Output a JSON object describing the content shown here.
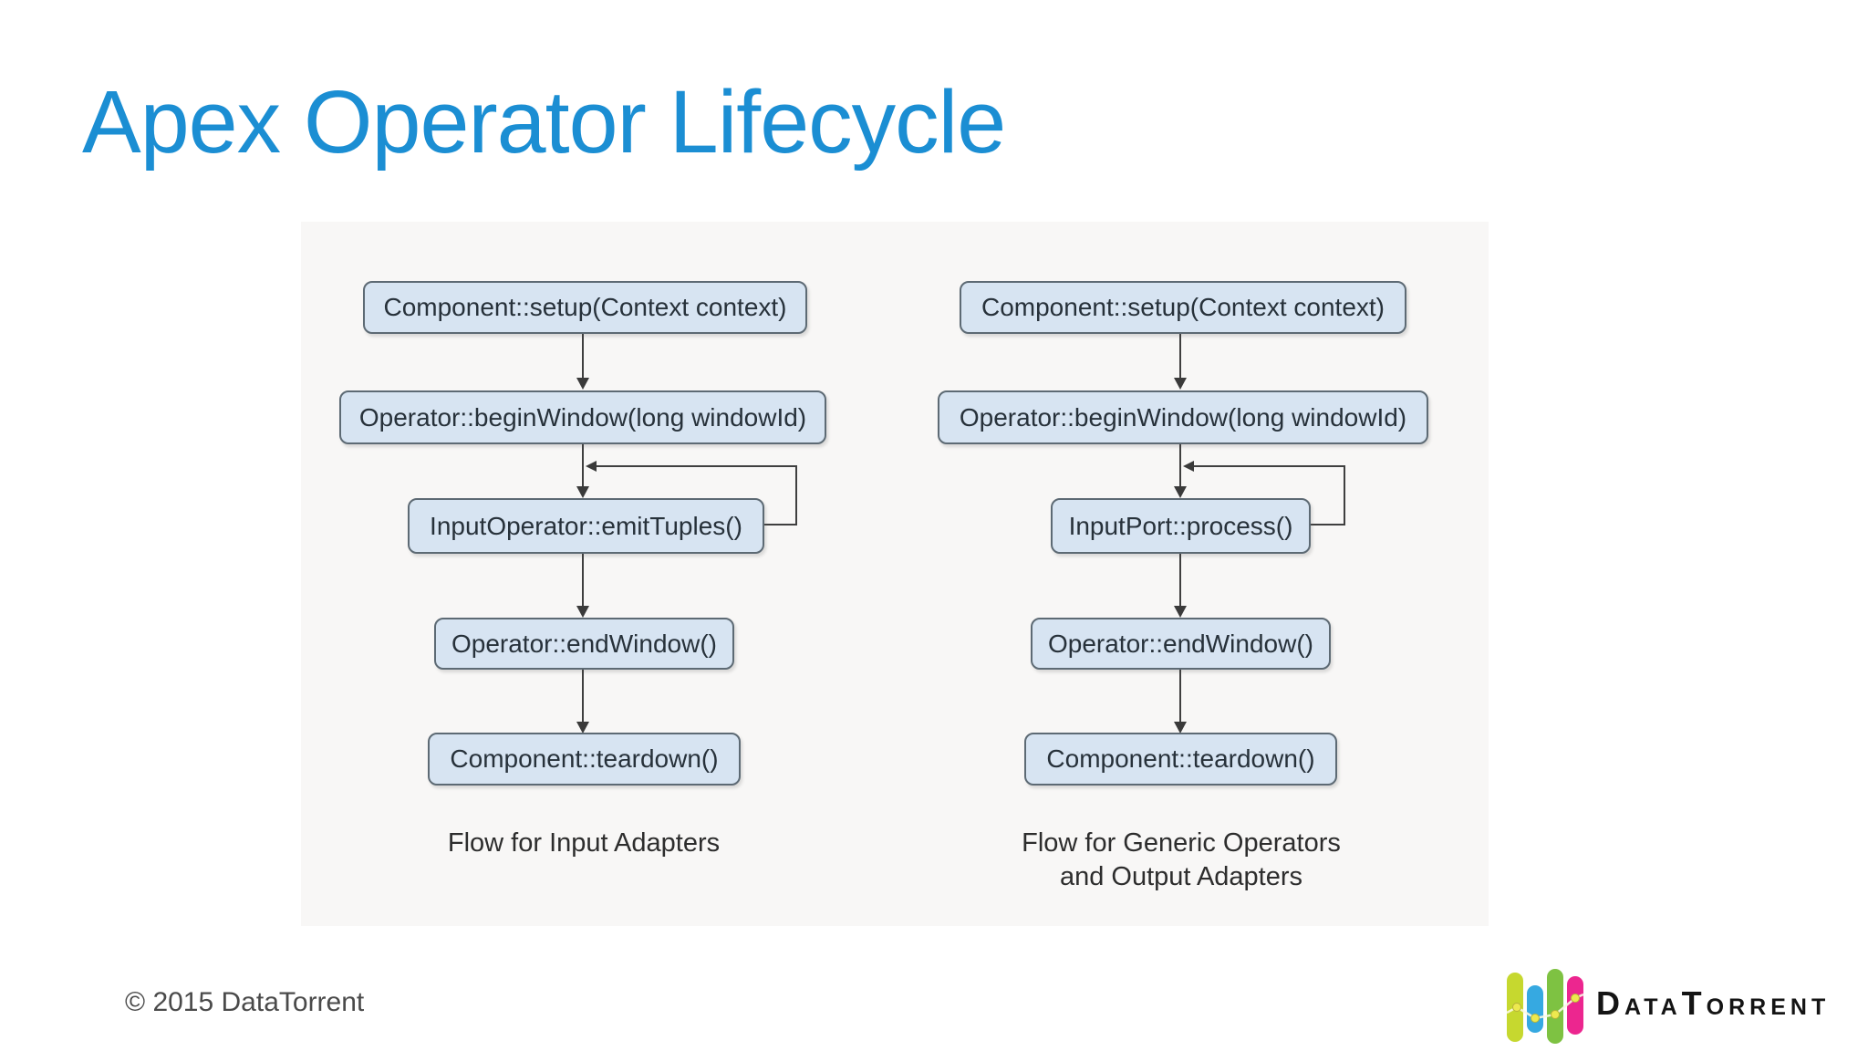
{
  "slide": {
    "title": "Apex Operator Lifecycle",
    "footer_copyright": "© 2015 DataTorrent",
    "logo": {
      "brand": "DataTorrent",
      "wordmark": "DataTorrent",
      "bar_colors": [
        "#c6d82f",
        "#36a9e1",
        "#7ec242",
        "#ec268f"
      ],
      "wordmark_color": "#141414"
    },
    "colors": {
      "title_blue": "#1b8ed3",
      "box_fill": "#d7e4f2",
      "box_border": "#5d6a74",
      "box_text": "#27313a",
      "connector_line": "#3f3f3f",
      "caption_text": "#2d2d2d",
      "footer_text": "#4a4a4a",
      "background": "#ffffff"
    }
  },
  "flows": [
    {
      "id": "input-adapters",
      "boxes": [
        "Component::setup(Context context)",
        "Operator::beginWindow(long windowId)",
        "InputOperator::emitTuples()",
        "Operator::endWindow()",
        "Component::teardown()"
      ],
      "caption_lines": [
        "Flow for Input Adapters",
        ""
      ]
    },
    {
      "id": "generic-and-output-adapters",
      "boxes": [
        "Component::setup(Context context)",
        "Operator::beginWindow(long windowId)",
        "InputPort::process()",
        "Operator::endWindow()",
        "Component::teardown()"
      ],
      "caption_lines": [
        "Flow for Generic Operators",
        "and Output Adapters"
      ]
    }
  ]
}
